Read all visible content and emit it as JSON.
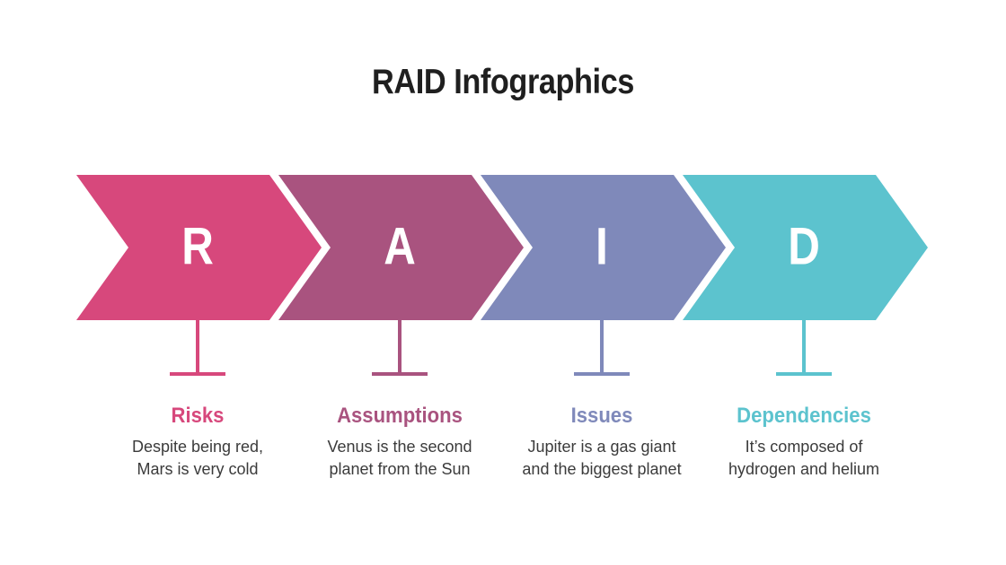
{
  "title": "RAID Infographics",
  "colors": {
    "background": "#ffffff",
    "title_text": "#1f1f1f",
    "body_text": "#3b3b3b",
    "letter_text": "#ffffff"
  },
  "steps": [
    {
      "letter": "R",
      "heading": "Risks",
      "description": "Despite being red,\nMars is very cold",
      "color": "#d7487c"
    },
    {
      "letter": "A",
      "heading": "Assumptions",
      "description": "Venus is the second\nplanet from the Sun",
      "color": "#a9537f"
    },
    {
      "letter": "I",
      "heading": "Issues",
      "description": "Jupiter is a gas giant\nand the biggest planet",
      "color": "#7f89ba"
    },
    {
      "letter": "D",
      "heading": "Dependencies",
      "description": "It’s composed of\nhydrogen and helium",
      "color": "#5cc3ce"
    }
  ]
}
